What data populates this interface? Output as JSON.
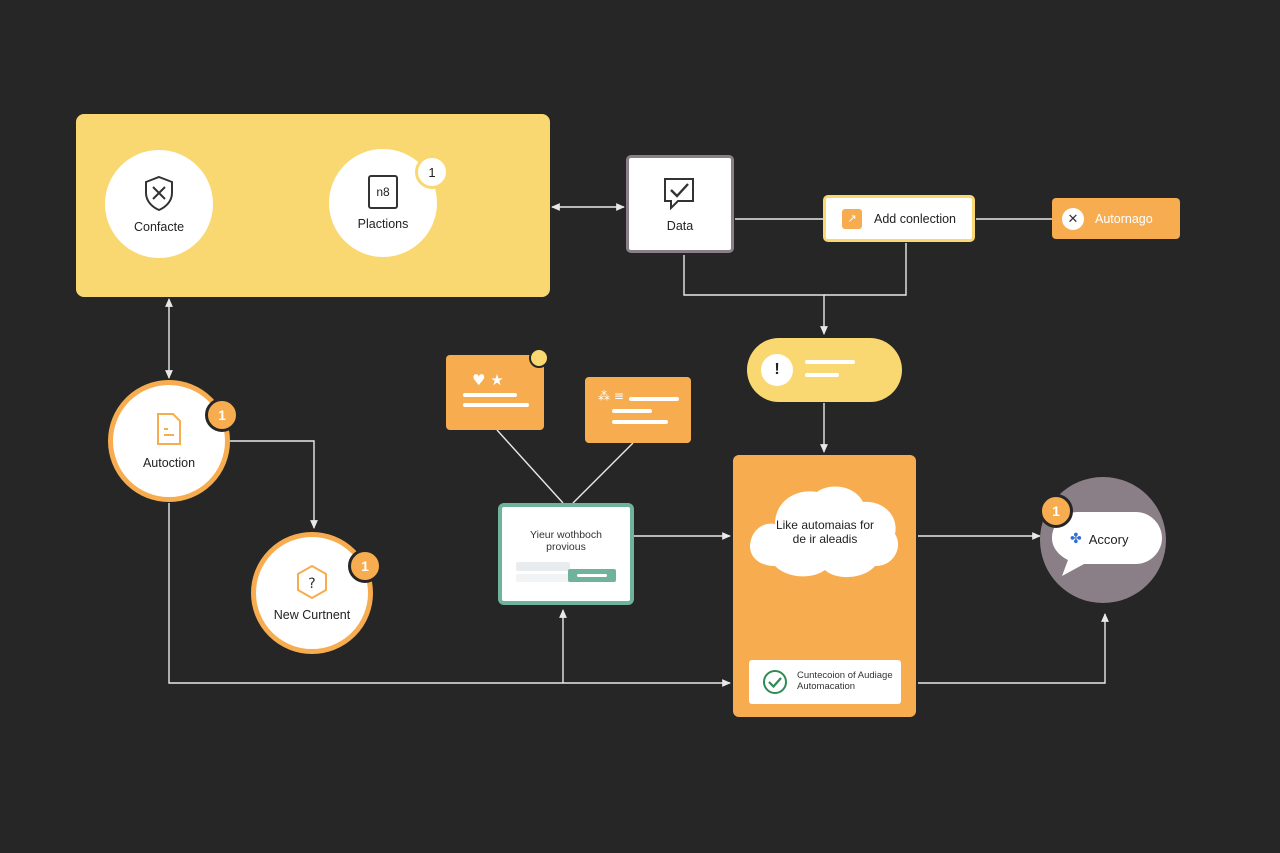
{
  "colors": {
    "background": "#262626",
    "yellow": "#f9d872",
    "orange": "#f7ad4f",
    "teal": "#6fb39c",
    "gray": "#8a7f86",
    "white": "#ffffff"
  },
  "top_group": {
    "node1": {
      "label": "Confacte",
      "icon": "shield-x-icon"
    },
    "node2": {
      "label": "Plactions",
      "icon_text": "n8",
      "badge": "1",
      "icon": "document-icon"
    }
  },
  "data_node": {
    "label": "Data",
    "icon": "chat-check-icon"
  },
  "add_connection": {
    "label": "Add conlection",
    "icon": "chart-icon"
  },
  "automation_chip": {
    "label": "Autornago",
    "icon": "close-icon"
  },
  "alert_pill": {
    "icon_text": "!"
  },
  "autoction": {
    "label": "Autoction",
    "badge": "1",
    "icon": "document-icon"
  },
  "new_content": {
    "label": "New Curtnent",
    "badge": "1",
    "icon": "question-hex-icon"
  },
  "card_orange_1": {
    "icon": "heart-star-icon"
  },
  "card_orange_2": {
    "icon_text": "⁂ ≡"
  },
  "workbook": {
    "title": "Yieur wothboch\nprovious"
  },
  "process_box": {
    "cloud_text": "Like automaias for\nde ir aleadis",
    "result_label": "Cuntecoion of Audiage\nAutomacation",
    "icon": "check-circle-icon"
  },
  "accory": {
    "label": "Accory",
    "badge": "1",
    "icon": "puzzle-icon"
  }
}
